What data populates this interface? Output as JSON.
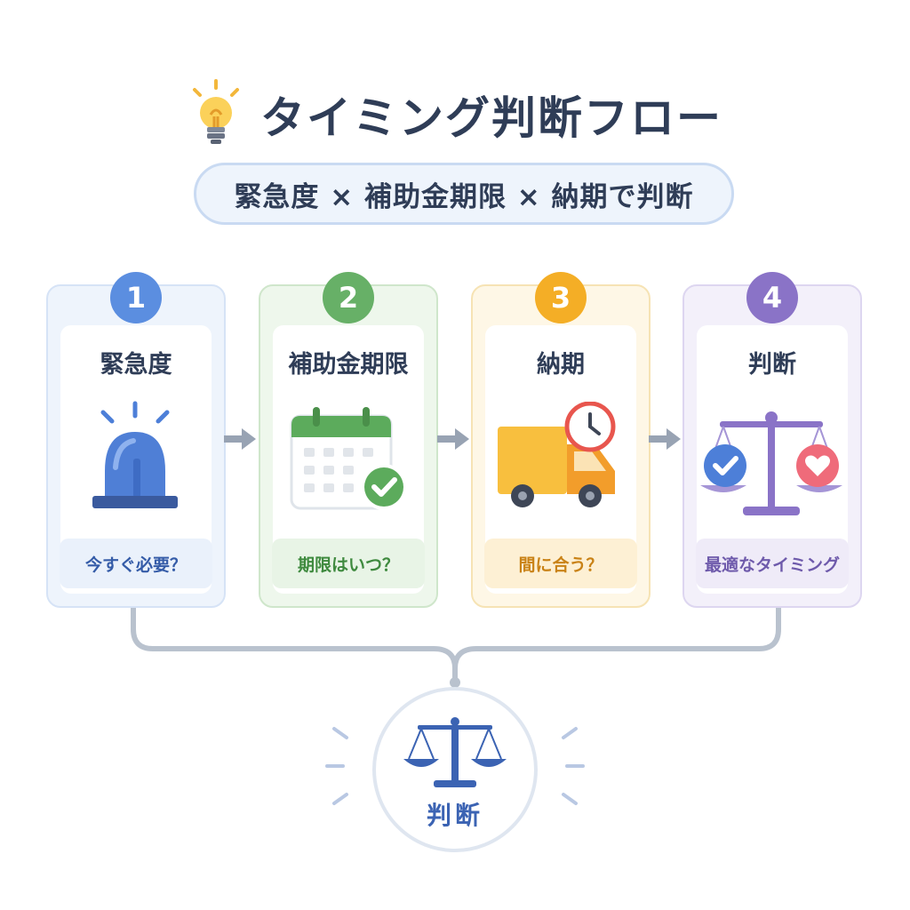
{
  "header": {
    "title": "タイミング判断フロー",
    "subtitle": "緊急度 × 補助金期限 × 納期で判断"
  },
  "steps": [
    {
      "number": "1",
      "title": "緊急度",
      "question": "今すぐ必要？",
      "icon": "siren-icon",
      "color": "#4d7fd8"
    },
    {
      "number": "2",
      "title": "補助金期限",
      "question": "期限はいつ？",
      "icon": "calendar-check-icon",
      "color": "#5cab5c"
    },
    {
      "number": "3",
      "title": "納期",
      "question": "間に合う？",
      "icon": "delivery-truck-icon",
      "color": "#f2ac23"
    },
    {
      "number": "4",
      "title": "判断",
      "question": "最適なタイミング",
      "icon": "balance-scale-icon",
      "color": "#8a73c7"
    }
  ],
  "result": {
    "label": "判断",
    "icon": "balance-scale-icon"
  },
  "colors": {
    "blue": "#4d7fd8",
    "green": "#5cab5c",
    "orange": "#f2ac23",
    "purple": "#8a73c7",
    "connector": "#b7c0cc"
  }
}
